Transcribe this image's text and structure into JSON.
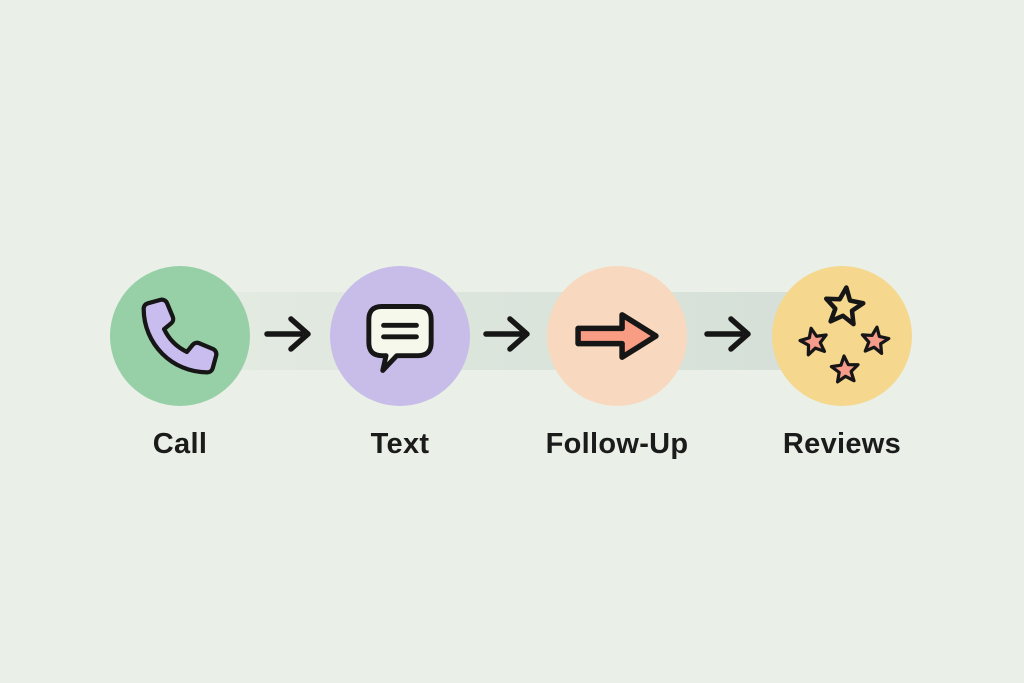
{
  "steps": [
    {
      "label": "Call",
      "icon": "phone-icon"
    },
    {
      "label": "Text",
      "icon": "chat-bubble-icon"
    },
    {
      "label": "Follow-Up",
      "icon": "arrow-right-icon"
    },
    {
      "label": "Reviews",
      "icon": "stars-icon"
    }
  ],
  "colors": {
    "background": "#eaf0e7",
    "band-start": "#e5ebe2",
    "band-end": "#d4dfd7",
    "circle-call": "#97cfa6",
    "circle-text": "#c8bce8",
    "circle-followup": "#f8d9c0",
    "circle-reviews": "#f5d78e",
    "icon-phone-fill": "#c9bcee",
    "icon-bubble-fill": "#f7f8ec",
    "icon-arrow-fill": "#f89c83",
    "icon-star-fill": "#f59c8b",
    "icon-outline": "#161616",
    "connector": "#161616",
    "label-text": "#1b1b1b"
  }
}
